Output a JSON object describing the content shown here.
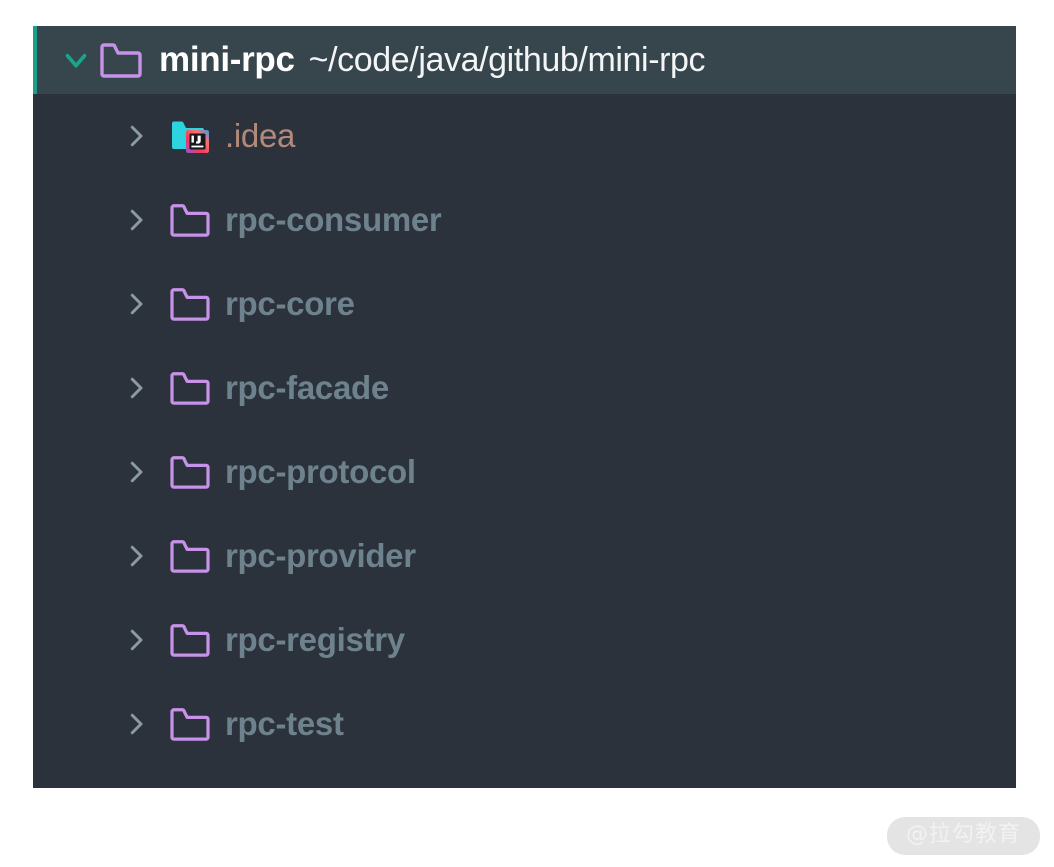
{
  "panel": {
    "background_color": "#2b323b",
    "root": {
      "name": "mini-rpc",
      "path": "~/code/java/github/mini-rpc",
      "expanded": true,
      "selected": true,
      "row_background_color": "#37454c",
      "accent_color": "#18a08a",
      "chevron_icon": "chevron-down-icon",
      "folder_icon": "folder-icon",
      "folder_icon_color": "#c792ea",
      "name_color": "#ffffff",
      "path_color": "#f3f5f6"
    },
    "children": [
      {
        "label": ".idea",
        "expanded": false,
        "chevron_icon": "chevron-right-icon",
        "icon": "intellij-folder-icon",
        "icon_color": "#2ed3e0",
        "label_color": "#b3897b",
        "state": "excluded"
      },
      {
        "label": "rpc-consumer",
        "expanded": false,
        "chevron_icon": "chevron-right-icon",
        "icon": "folder-icon",
        "icon_color": "#c792ea",
        "label_color": "#6e828d",
        "state": "module"
      },
      {
        "label": "rpc-core",
        "expanded": false,
        "chevron_icon": "chevron-right-icon",
        "icon": "folder-icon",
        "icon_color": "#c792ea",
        "label_color": "#6e828d",
        "state": "module"
      },
      {
        "label": "rpc-facade",
        "expanded": false,
        "chevron_icon": "chevron-right-icon",
        "icon": "folder-icon",
        "icon_color": "#c792ea",
        "label_color": "#6e828d",
        "state": "module"
      },
      {
        "label": "rpc-protocol",
        "expanded": false,
        "chevron_icon": "chevron-right-icon",
        "icon": "folder-icon",
        "icon_color": "#c792ea",
        "label_color": "#6e828d",
        "state": "module"
      },
      {
        "label": "rpc-provider",
        "expanded": false,
        "chevron_icon": "chevron-right-icon",
        "icon": "folder-icon",
        "icon_color": "#c792ea",
        "label_color": "#6e828d",
        "state": "module"
      },
      {
        "label": "rpc-registry",
        "expanded": false,
        "chevron_icon": "chevron-right-icon",
        "icon": "folder-icon",
        "icon_color": "#c792ea",
        "label_color": "#6e828d",
        "state": "module"
      },
      {
        "label": "rpc-test",
        "expanded": false,
        "chevron_icon": "chevron-right-icon",
        "icon": "folder-icon",
        "icon_color": "#c792ea",
        "label_color": "#6e828d",
        "state": "module"
      }
    ]
  },
  "watermark": {
    "text": "@拉勾教育"
  }
}
